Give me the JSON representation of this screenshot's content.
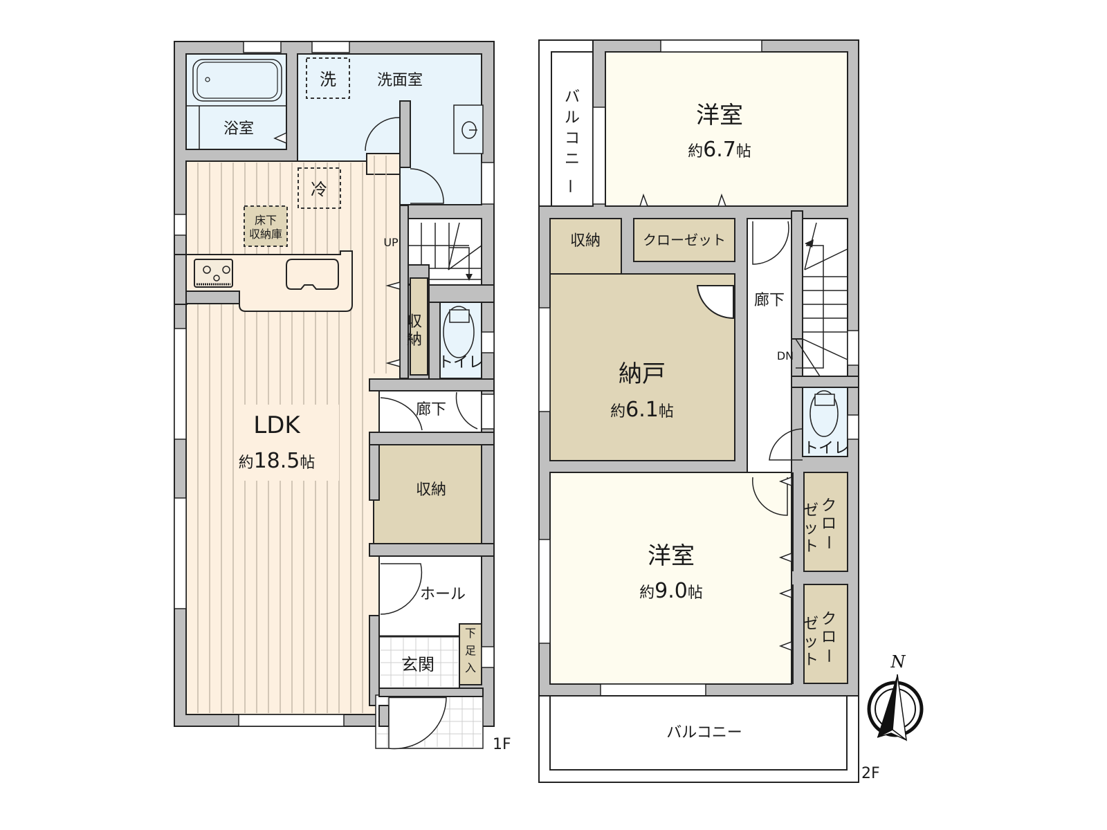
{
  "floor1": {
    "floor_label": "1F",
    "rooms": {
      "bath": {
        "name": "浴室"
      },
      "washroom": {
        "name": "洗面室",
        "washer_mark": "洗"
      },
      "fridge_mark": "冷",
      "underfloor_storage": {
        "line1": "床下",
        "line2": "収納庫"
      },
      "ldk": {
        "name": "LDK",
        "area_prefix": "約",
        "area_value": "18.5",
        "area_unit": "帖"
      },
      "stairs_label": "UP",
      "storage_small": {
        "line1": "収",
        "line2": "納"
      },
      "toilet": {
        "name": "トイレ"
      },
      "corridor": {
        "name": "廊下"
      },
      "storage_large": {
        "name": "収納"
      },
      "hall": {
        "name": "ホール"
      },
      "entrance": {
        "name": "玄関"
      },
      "shoe_storage": {
        "line1": "下",
        "line2": "足",
        "line3": "入"
      }
    }
  },
  "floor2": {
    "floor_label": "2F",
    "rooms": {
      "balcony_small": {
        "chars": [
          "バ",
          "ル",
          "コ",
          "ニ",
          "ー"
        ]
      },
      "western_room_1": {
        "name": "洋室",
        "area_prefix": "約",
        "area_value": "6.7",
        "area_unit": "帖"
      },
      "storage": {
        "name": "収納"
      },
      "closet": {
        "name": "クローゼット"
      },
      "corridor": {
        "name": "廊下"
      },
      "stairs_label": "DN",
      "nando": {
        "name": "納戸",
        "area_prefix": "約",
        "area_value": "6.1",
        "area_unit": "帖"
      },
      "toilet": {
        "name": "トイレ"
      },
      "western_room_2": {
        "name": "洋室",
        "area_prefix": "約",
        "area_value": "9.0",
        "area_unit": "帖"
      },
      "closet_a": {
        "col1": [
          "ク",
          "ロ",
          "ー"
        ],
        "col2": [
          "ゼ",
          "ッ",
          "ト"
        ]
      },
      "closet_b": {
        "col1": [
          "ク",
          "ロ",
          "ー"
        ],
        "col2": [
          "ゼ",
          "ッ",
          "ト"
        ]
      },
      "balcony_large": {
        "name": "バルコニー"
      }
    }
  },
  "compass": {
    "icon": "north-arrow-icon",
    "label": "N"
  },
  "colors": {
    "wall": "#c0c0c0",
    "wet_area": "#e8f4fb",
    "ldk_floor": "#fdf0e0",
    "storage": "#e0d6b8",
    "room": "#fefcef"
  }
}
